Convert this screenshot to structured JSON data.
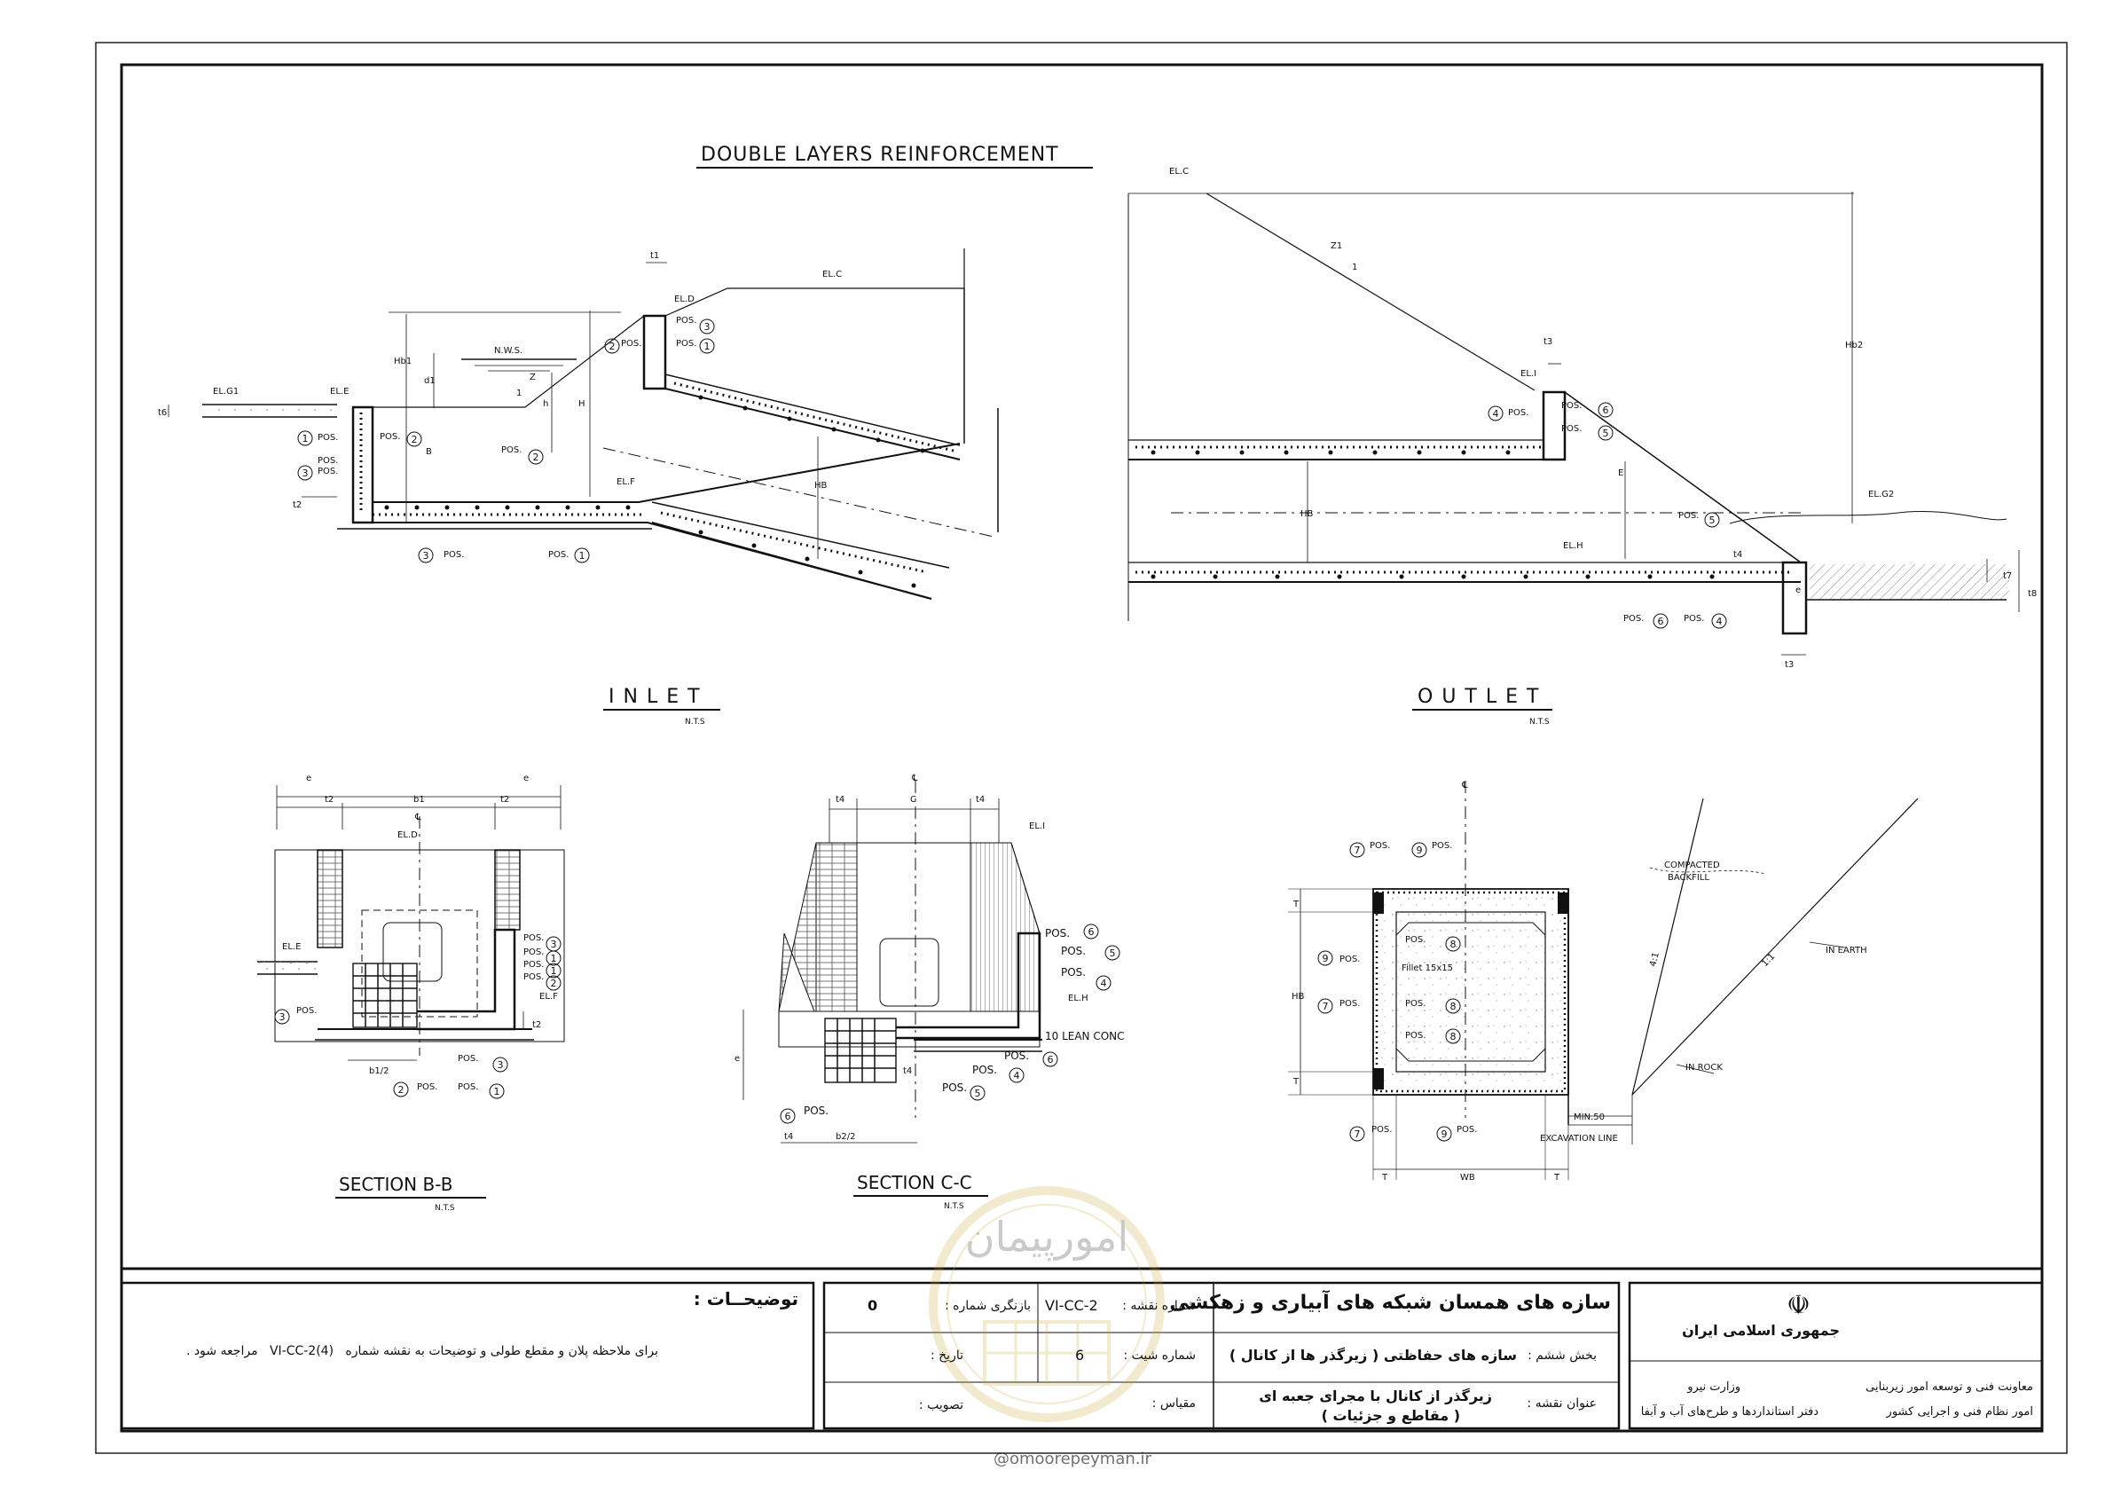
{
  "drawing": {
    "main_title": "DOUBLE LAYERS REINFORCEMENT",
    "inlet": {
      "title": "INLET",
      "scale": "N.T.S"
    },
    "outlet": {
      "title": "OUTLET",
      "scale": "N.T.S"
    },
    "section_bb": {
      "title": "SECTION B-B",
      "scale": "N.T.S"
    },
    "section_cc": {
      "title": "SECTION C-C",
      "scale": "N.T.S"
    },
    "labels": {
      "el_g1": "EL.G1",
      "el_e": "EL.E",
      "el_d": "EL.D",
      "el_c": "EL.C",
      "el_f": "EL.F",
      "el_i": "EL.I",
      "el_h": "EL.H",
      "el_g2": "EL.G2",
      "nws": "N.W.S.",
      "t1": "t1",
      "t2": "t2",
      "t3": "t3",
      "t4": "t4",
      "t6": "t6",
      "t7": "t7",
      "t8": "t8",
      "hb1": "Hb1",
      "hb2": "Hb2",
      "hb": "HB",
      "d1": "d1",
      "h": "h",
      "H": "H",
      "B": "B",
      "E": "E",
      "z": "Z",
      "z1": "Z1",
      "one": "1",
      "pos": "POS.",
      "e": "e",
      "b1": "b1",
      "b1_half": "b1/2",
      "c": "C",
      "b2_half": "b2/2",
      "cl": "℄",
      "lean_conc": "10 LEAN CONC",
      "compacted_backfill_1": "COMPACTED",
      "compacted_backfill_2": "BACKFILL",
      "in_earth": "IN EARTH",
      "in_rock": "IN ROCK",
      "fillet": "Fillet 15x15",
      "min50": "MIN.50",
      "excavation_line": "EXCAVATION LINE",
      "T": "T",
      "WB": "WB",
      "slope_41": "4:1",
      "slope_11": "1:1"
    }
  },
  "title_block": {
    "notes_title": "توضیحــات :",
    "notes_text": "برای ملاحظه پلان و مقطع طولی و توضیحات به نقشه شماره",
    "notes_ref": "VI-CC-2(4)",
    "notes_end": "مراجعه شود .",
    "project_title": "سازه های همسان شبکه های آبیاری و زهکشی",
    "section_label": "بخش ششم :",
    "section_value": "سازه های حفاظتی ( زیرگذر ها از کانال )",
    "drawing_title_label": "عنوان نقشه :",
    "drawing_title_1": "زیرگذر از کانال با مجرای جعبه ای",
    "drawing_title_2": "( مقاطع و جزئیات )",
    "drawing_no_label": "شماره نقشه :",
    "drawing_no": "VI-CC-2",
    "revision_label": "بازنگری شماره :",
    "revision": "0",
    "sheet_no_label": "شماره شیت :",
    "sheet_no": "6",
    "date_label": "تاریخ :",
    "scale_label": "مقیاس :",
    "approval_label": "تصویب :",
    "country": "جمهوری اسلامی ایران",
    "emblem": "☫",
    "org1": "معاونت فنی و توسعه امور زیربنایی",
    "org2": "امور نظام فنی و اجرایی کشور",
    "ministry": "وزارت نیرو",
    "office": "دفتر استانداردها و طرح‌های آب و آبفا"
  },
  "watermark": {
    "text1": "امورپیمان",
    "site": "@omoorepeyman.ir"
  }
}
